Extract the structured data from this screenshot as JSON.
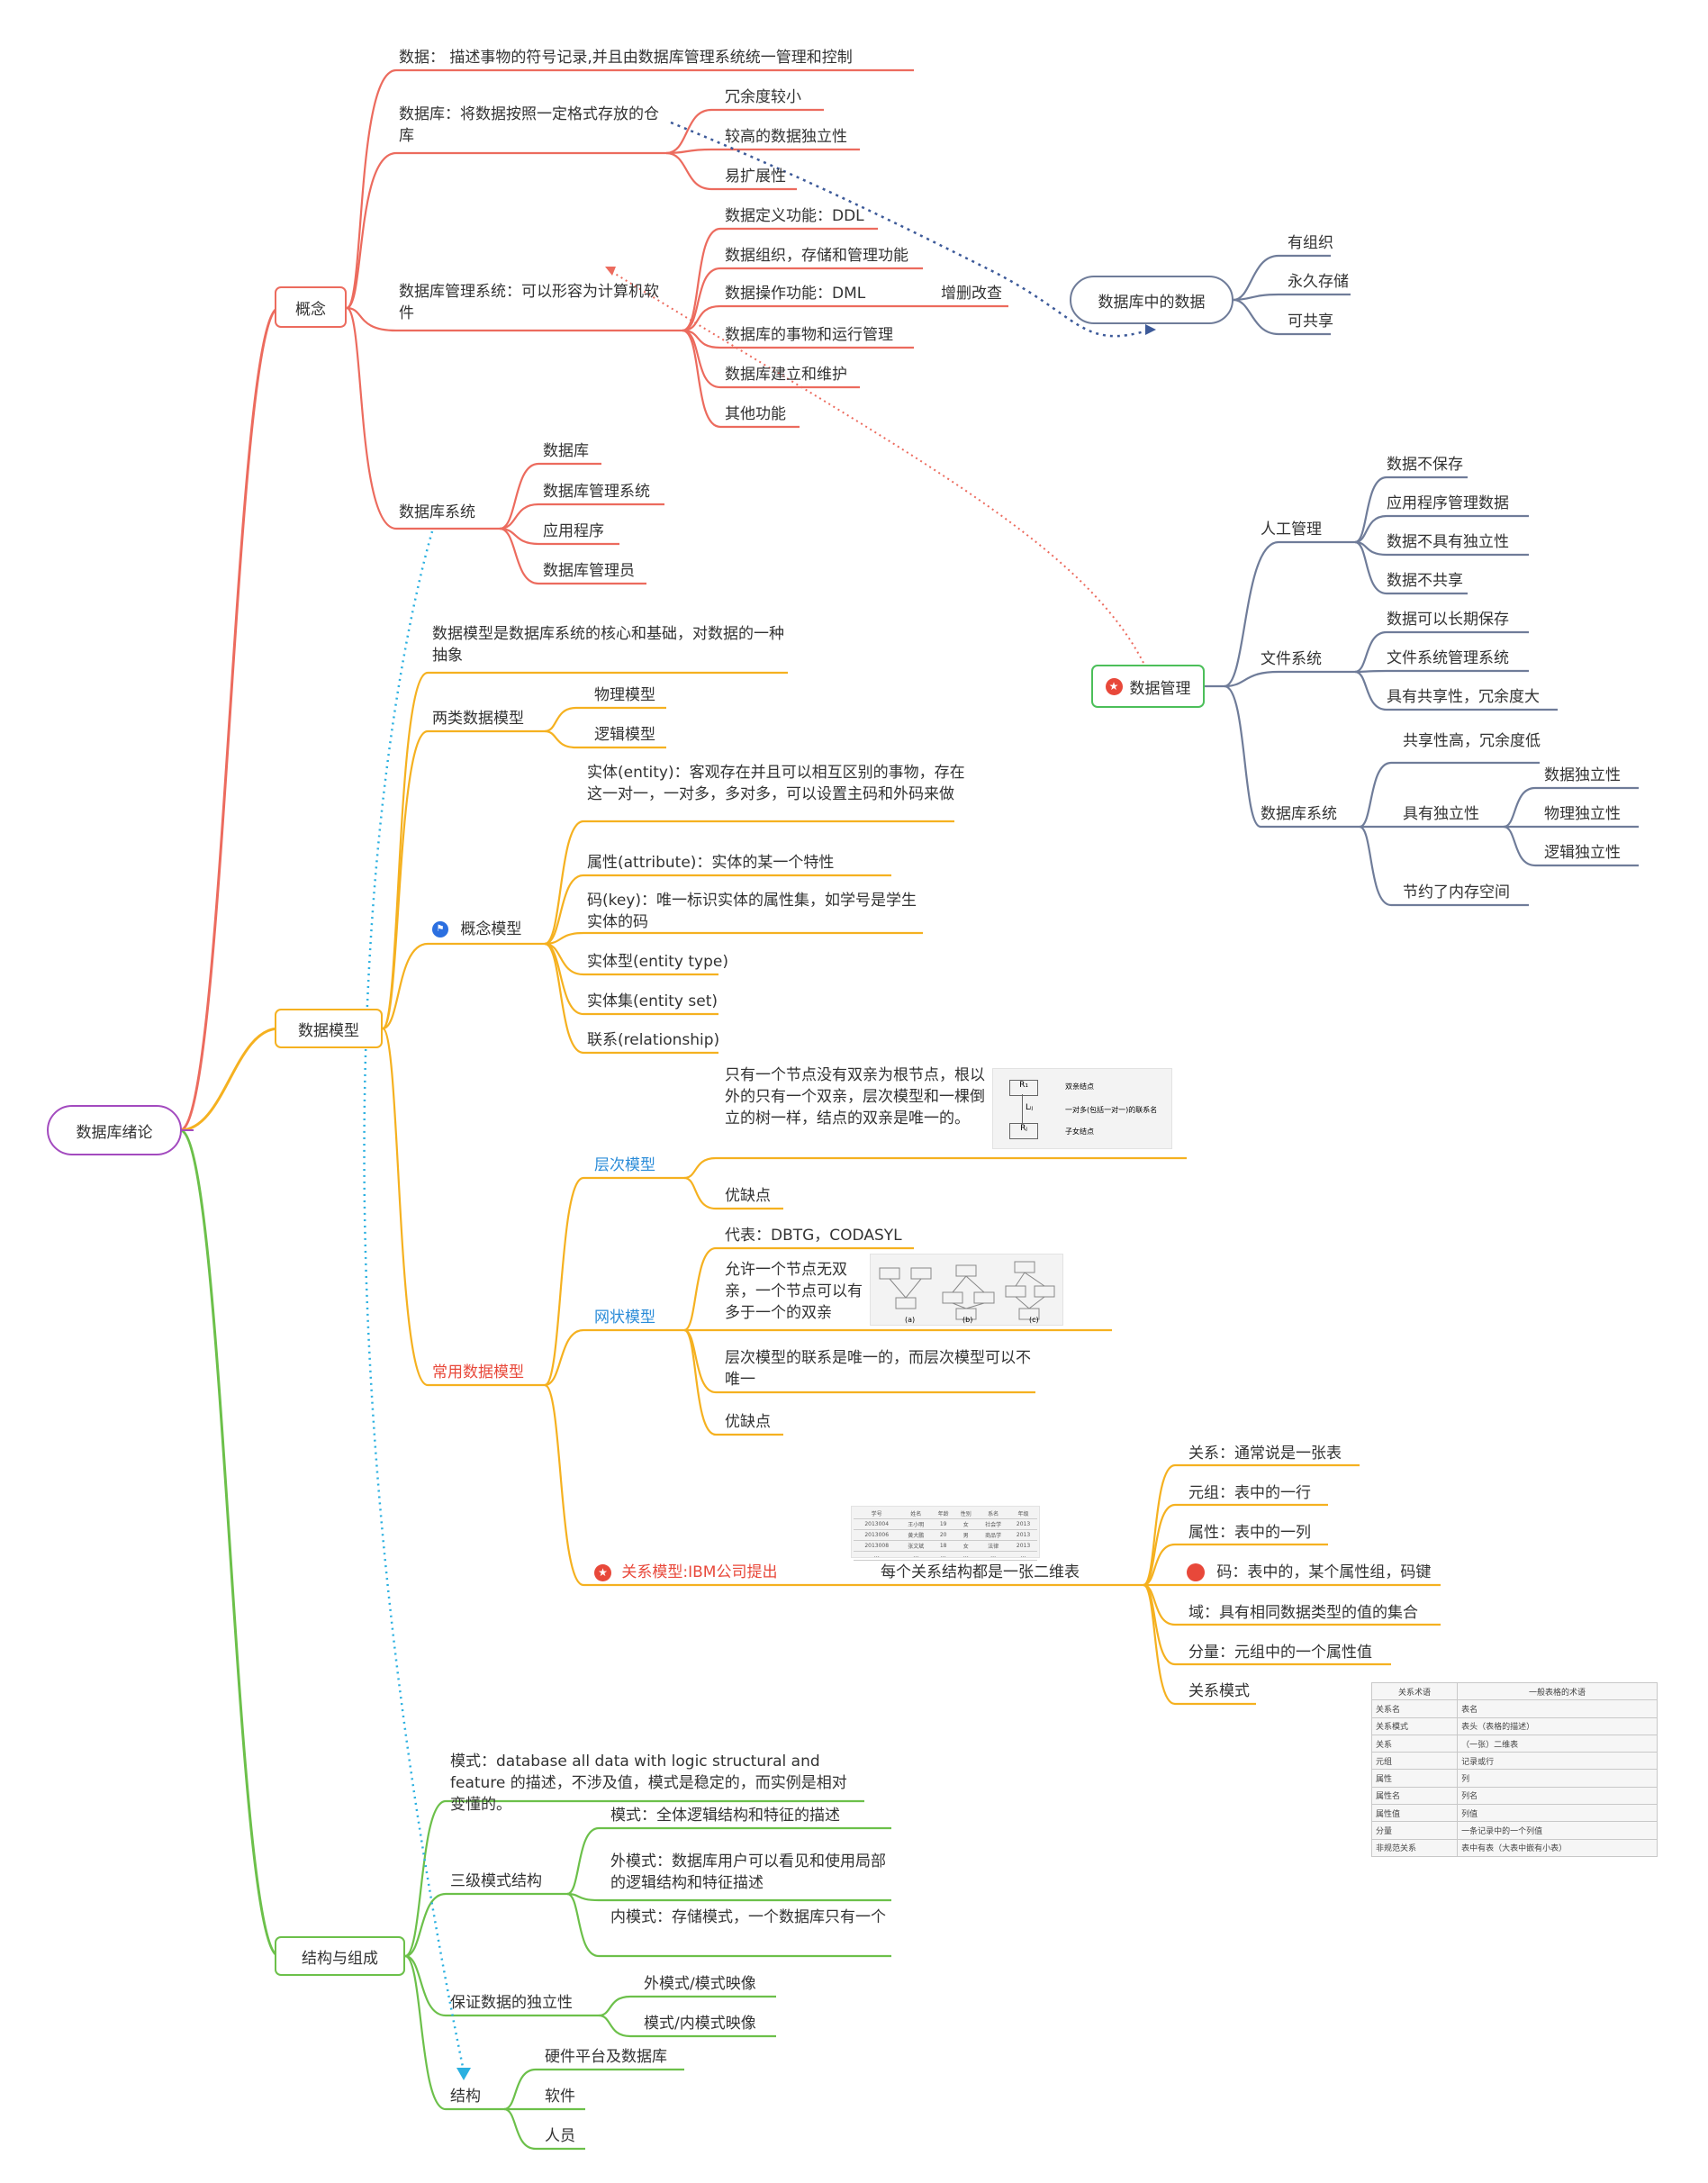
{
  "root": "数据库绪论",
  "concept": {
    "label": "概念",
    "data_def": "数据： 描述事物的符号记录,并且由数据库管理系统统一管理和控制",
    "database_def": "数据库：将数据按照一定格式存放的仓库",
    "database_features": [
      "冗余度较小",
      "较高的数据独立性",
      "易扩展性"
    ],
    "dbms_def": "数据库管理系统：可以形容为计算机软件",
    "dbms_functions": [
      "数据定义功能：DDL",
      "数据组织，存储和管理功能",
      "数据操作功能：DML",
      "数据库的事物和运行管理",
      "数据库建立和维护",
      "其他功能"
    ],
    "dml_note": "增删改查",
    "dbs_label": "数据库系统",
    "dbs_items": [
      "数据库",
      "数据库管理系统",
      "应用程序",
      "数据库管理员"
    ]
  },
  "data_in_db": {
    "label": "数据库中的数据",
    "items": [
      "有组织",
      "永久存储",
      "可共享"
    ]
  },
  "data_mgmt": {
    "label": "数据管理",
    "manual": {
      "label": "人工管理",
      "items": [
        "数据不保存",
        "应用程序管理数据",
        "数据不具有独立性",
        "数据不共享"
      ]
    },
    "file": {
      "label": "文件系统",
      "items": [
        "数据可以长期保存",
        "文件系统管理系统",
        "具有共享性，冗余度大"
      ]
    },
    "dbsys": {
      "label": "数据库系统",
      "share": "共享性高，冗余度低",
      "indep_label": "具有独立性",
      "indep_items": [
        "数据独立性",
        "物理独立性",
        "逻辑独立性"
      ],
      "save": "节约了内存空间"
    }
  },
  "model": {
    "label": "数据模型",
    "core": "数据模型是数据库系统的核心和基础，对数据的一种抽象",
    "two_label": "两类数据模型",
    "two_items": [
      "物理模型",
      "逻辑模型"
    ],
    "concept_label": "概念模型",
    "concept_items": [
      "实体(entity)：客观存在并且可以相互区别的事物，存在这一对一，一对多，多对多，可以设置主码和外码来做",
      "属性(attribute)：实体的某一个特性",
      "码(key)：唯一标识实体的属性集，如学号是学生实体的码",
      "实体型(entity type)",
      "实体集(entity set)",
      "联系(relationship)"
    ],
    "common_label": "常用数据模型",
    "hier_label": "层次模型",
    "hier_desc": "只有一个节点没有双亲为根节点，根以外的只有一个双亲，层次模型和一棵倒立的树一样，结点的双亲是唯一的。",
    "hier_pros": "优缺点",
    "hier_img_labels": [
      "R₁",
      "Lᵢⱼ",
      "Rⱼ",
      "双亲结点",
      "一对多(包括一对一)的联系名",
      "子女结点"
    ],
    "net_label": "网状模型",
    "net_rep": "代表：DBTG，CODASYL",
    "net_desc": "允许一个节点无双亲，一个节点可以有多于一个的双亲",
    "net_cmp": "层次模型的联系是唯一的，而层次模型可以不唯一",
    "net_pros": "优缺点",
    "net_img_labels": [
      "(a)",
      "(b)",
      "(c)"
    ],
    "rel_label": "关系模型:IBM公司提出",
    "rel_desc": "每个关系结构都是一张二维表",
    "rel_items": [
      "关系：通常说是一张表",
      "元组：表中的一行",
      "属性：表中的一列",
      "码：表中的，某个属性组，码键",
      "域：具有相同数据类型的值的集合",
      "分量：元组中的一个属性值",
      "关系模式"
    ],
    "rel_table": [
      [
        "关系术语",
        "一般表格的术语"
      ],
      [
        "关系名",
        "表名"
      ],
      [
        "关系模式",
        "表头（表格的描述）"
      ],
      [
        "关系",
        "（一张）二维表"
      ],
      [
        "元组",
        "记录或行"
      ],
      [
        "属性",
        "列"
      ],
      [
        "属性名",
        "列名"
      ],
      [
        "属性值",
        "列值"
      ],
      [
        "分量",
        "一条记录中的一个列值"
      ],
      [
        "非规范关系",
        "表中有表（大表中嵌有小表）"
      ]
    ],
    "student_table": [
      [
        "学号",
        "姓名",
        "年龄",
        "性别",
        "系名",
        "年级"
      ],
      [
        "2013004",
        "王小明",
        "19",
        "女",
        "社会学",
        "2013"
      ],
      [
        "2013006",
        "黄大鹏",
        "20",
        "男",
        "商品学",
        "2013"
      ],
      [
        "2013008",
        "张文斌",
        "18",
        "女",
        "法律",
        "2013"
      ],
      [
        "…",
        "…",
        "…",
        "…",
        "…",
        "…"
      ]
    ]
  },
  "structure": {
    "label": "结构与组成",
    "schema_def": "模式：database all data  with logic structural and feature 的描述，不涉及值，模式是稳定的，而实例是相对变懂的。",
    "three_label": "三级模式结构",
    "three_items": [
      "模式：全体逻辑结构和特征的描述",
      "外模式：数据库用户可以看见和使用局部的逻辑结构和特征描述",
      "内模式：存储模式，一个数据库只有一个"
    ],
    "indep_label": "保证数据的独立性",
    "indep_items": [
      "外模式/模式映像",
      "模式/内模式映像"
    ],
    "struct_label": "结构",
    "struct_items": [
      "硬件平台及数据库",
      "软件",
      "人员"
    ]
  },
  "colors": {
    "root": "#a34bbf",
    "concept": "#ec6b5e",
    "model": "#f5b120",
    "structure": "#6cc04a",
    "slate": "#6f7c99",
    "mgmt": "#4cbf5a",
    "link_red": "#ec6b5e",
    "link_blue": "#2bb0e0",
    "link_navy": "#3d5a99"
  }
}
